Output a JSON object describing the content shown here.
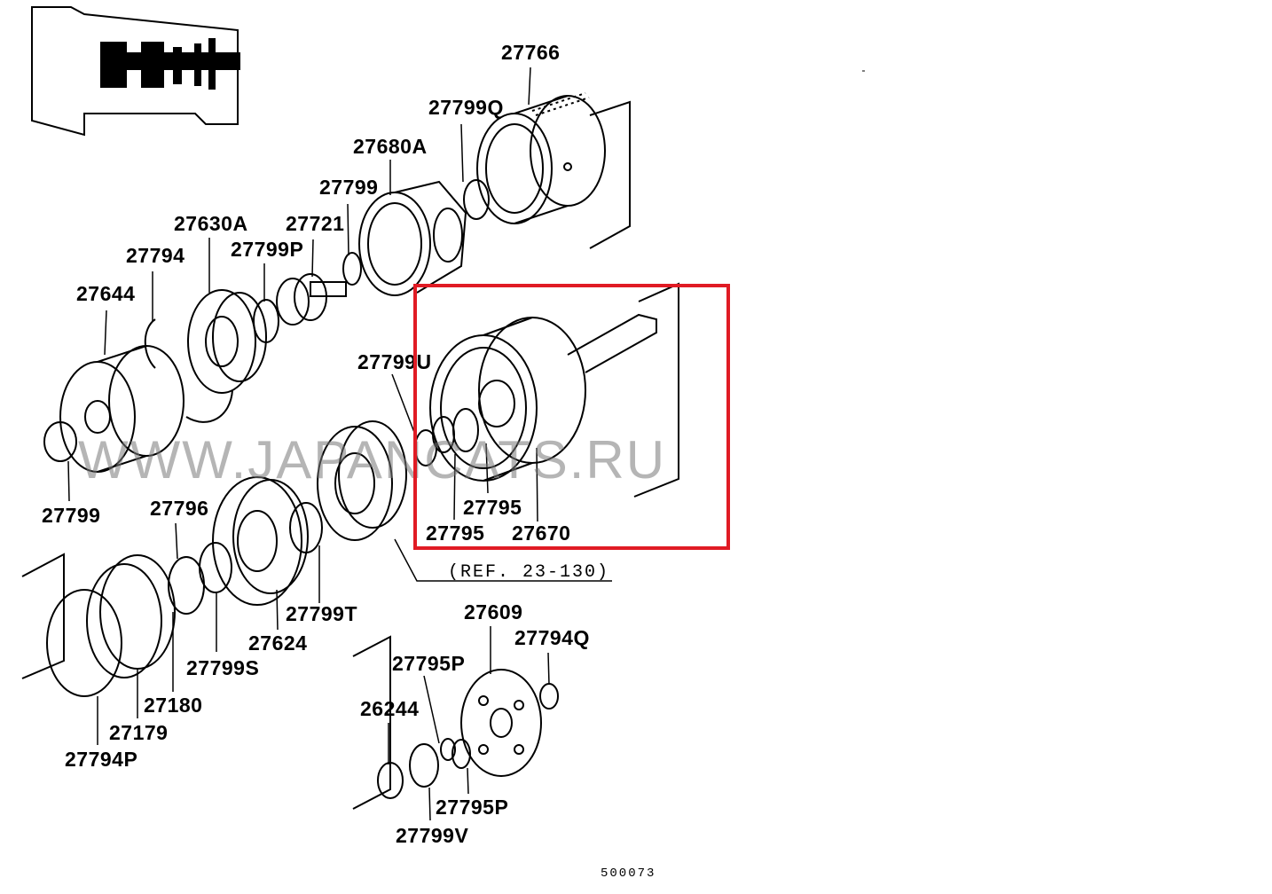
{
  "diagram": {
    "part_labels": {
      "p27766": "27766",
      "p27799Q": "27799Q",
      "p27680A": "27680A",
      "p27799a": "27799",
      "p27721": "27721",
      "p27630A": "27630A",
      "p27794": "27794",
      "p27799P": "27799P",
      "p27644": "27644",
      "p27799U": "27799U",
      "p27799b": "27799",
      "p27796": "27796",
      "p27795a": "27795",
      "p27795b": "27795",
      "p27670": "27670",
      "p27799T": "27799T",
      "p27624": "27624",
      "p27799S": "27799S",
      "p27180": "27180",
      "p27179": "27179",
      "p27794P": "27794P",
      "p27609": "27609",
      "p27794Q": "27794Q",
      "p27795P_top": "27795P",
      "p26244": "26244",
      "p27795P_bottom": "27795P",
      "p27799V": "27799V"
    },
    "reference_note": "(REF. 23-130)",
    "diagram_code": "500073",
    "watermark": "WWW.JAPANCATS.RU",
    "highlight_color": "#e01b24"
  }
}
